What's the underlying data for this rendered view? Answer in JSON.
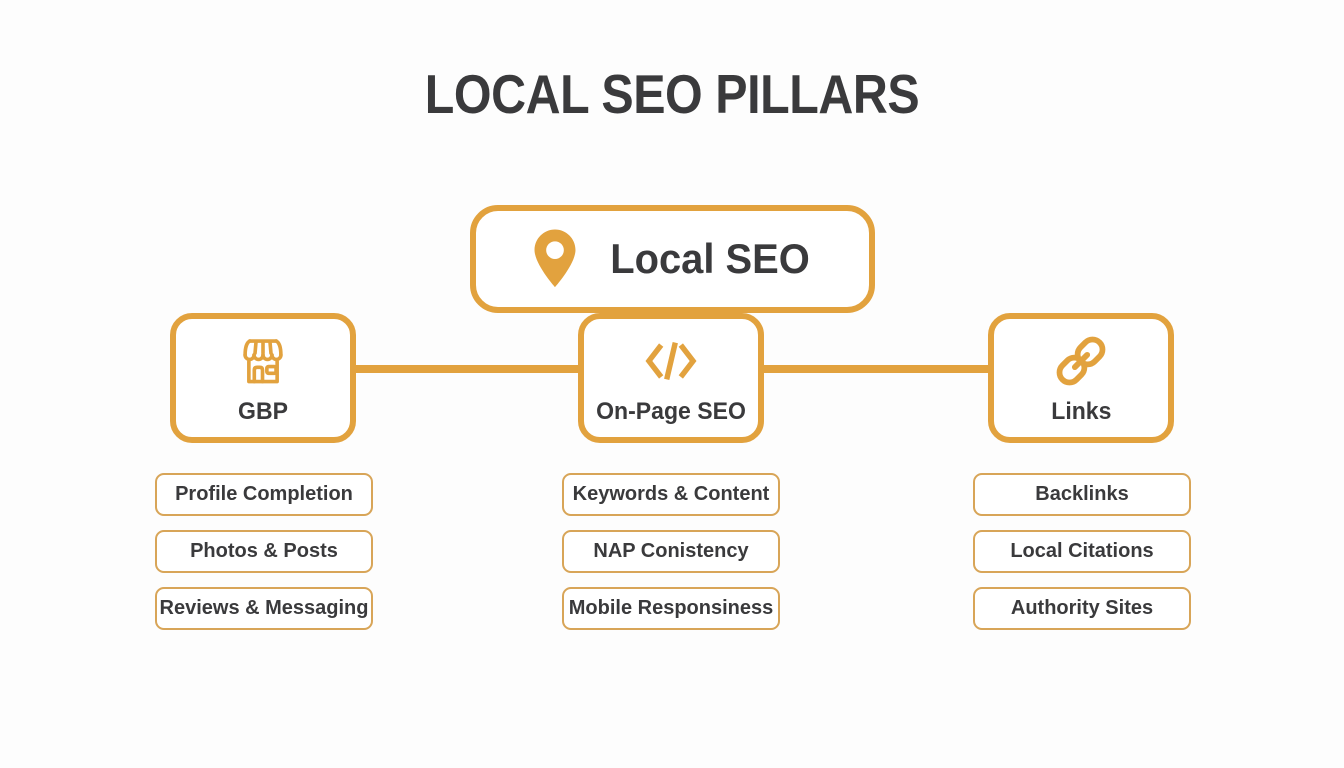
{
  "title": "LOCAL SEO PILLARS",
  "colors": {
    "accent": "#E2A23E",
    "item_border": "#D8A558",
    "text": "#3A3A3C",
    "background": "#FDFDFD"
  },
  "root": {
    "label": "Local SEO",
    "icon": "location-pin-icon"
  },
  "pillars": [
    {
      "label": "GBP",
      "icon": "storefront-icon",
      "items": [
        "Profile Completion",
        "Photos & Posts",
        "Reviews & Messaging"
      ]
    },
    {
      "label": "On-Page SEO",
      "icon": "code-icon",
      "items": [
        "Keywords & Content",
        "NAP Conistency",
        "Mobile Responsiness"
      ]
    },
    {
      "label": "Links",
      "icon": "link-icon",
      "items": [
        "Backlinks",
        "Local Citations",
        "Authority Sites"
      ]
    }
  ]
}
